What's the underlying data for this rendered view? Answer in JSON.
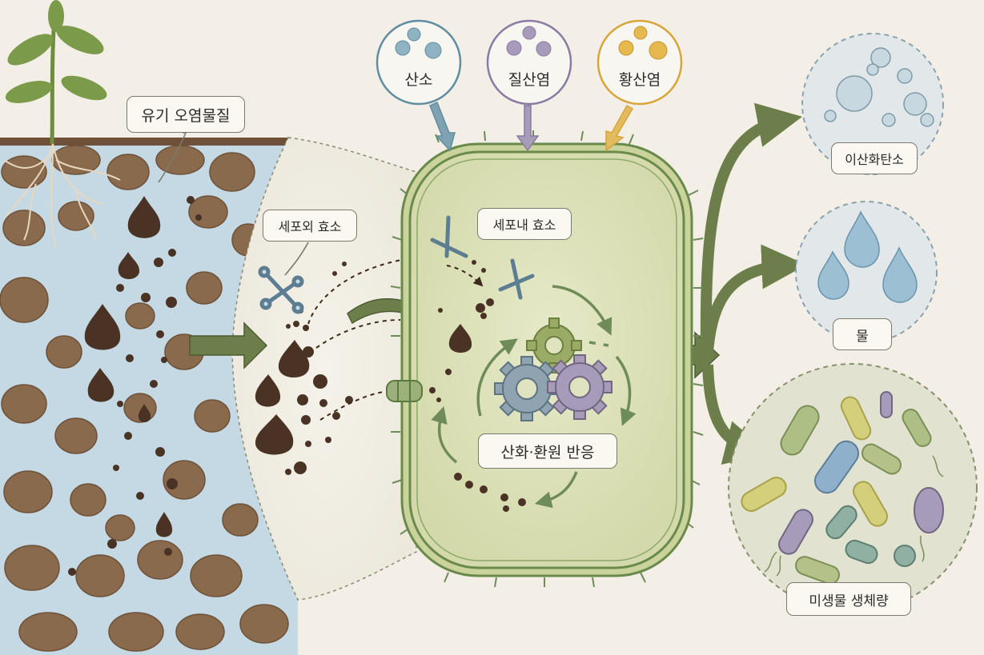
{
  "labels": {
    "organic_pollutant": "유기 오염물질",
    "extracellular_enzyme": "세포외 효소",
    "intracellular_enzyme": "세포내 효소",
    "redox_reaction": "산화·환원 반응",
    "carbon_dioxide": "이산화탄소",
    "water": "물",
    "microbial_biomass": "미생물 생체량"
  },
  "acceptors": [
    {
      "name": "산소",
      "color": "#5f8ea1"
    },
    {
      "name": "질산염",
      "color": "#8a7ba3"
    },
    {
      "name": "황산염",
      "color": "#d7a53a"
    }
  ],
  "colors": {
    "background": "#f3efe6",
    "soil": "#8a6a4c",
    "soil_dark": "#6e5138",
    "water": "#b7d4e4",
    "cell_fill": "#dfe3bf",
    "cell_wall": "#7d9a5b",
    "arrow": "#6c7f4a",
    "pollutant": "#4a3324"
  }
}
